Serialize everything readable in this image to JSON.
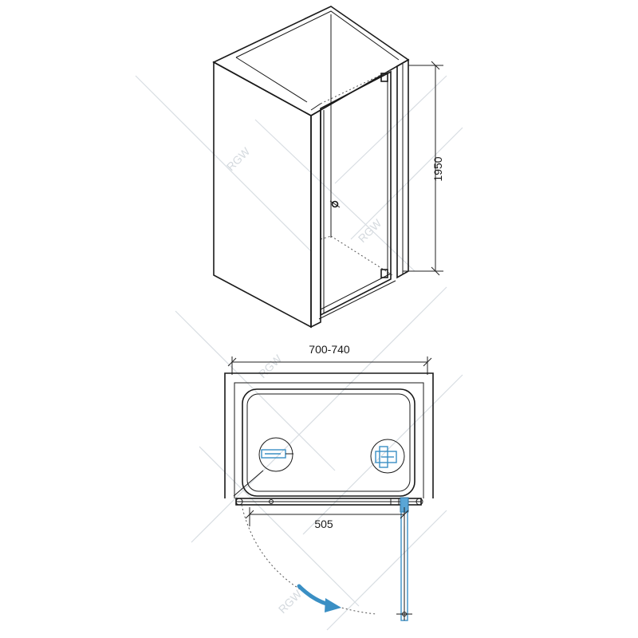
{
  "dimensions": {
    "height": "1950",
    "width": "700-740",
    "door": "505"
  },
  "watermark": {
    "brand": "RGW"
  },
  "colors": {
    "line": "#1a1a1a",
    "accent_blue": "#3a8fc4",
    "watermark": "#d8dde2"
  },
  "icons": {
    "door_arrow": "curved-arrow-icon",
    "hinge_left": "magnet-profile-icon",
    "hinge_right": "hinge-icon"
  }
}
